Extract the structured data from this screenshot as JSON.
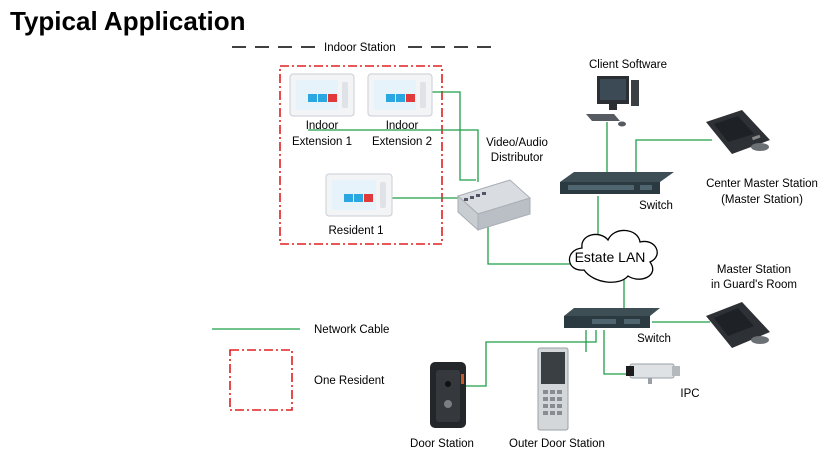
{
  "title": "Typical Application",
  "group_label": "Indoor Station",
  "labels": {
    "indoor_ext1": [
      "Indoor",
      "Extension 1"
    ],
    "indoor_ext2": [
      "Indoor",
      "Extension 2"
    ],
    "resident1": "Resident 1",
    "distributor": [
      "Video/Audio",
      "Distributor"
    ],
    "client_software": "Client Software",
    "center_master": [
      "Center Master Station",
      "(Master Station)"
    ],
    "switch_top": "Switch",
    "estate_lan": "Estate LAN",
    "guard_master": [
      "Master Station",
      "in Guard's Room"
    ],
    "switch_bottom": "Switch",
    "ipc": "IPC",
    "door_station": "Door Station",
    "outer_door_station": "Outer Door Station"
  },
  "legend": {
    "network_cable": "Network Cable",
    "one_resident": "One Resident"
  },
  "colors": {
    "network_cable": "#1f9e47",
    "resident_boundary": "#e02020",
    "screen_blue": "#2aa7e0",
    "screen_red": "#e03a3a",
    "switch_body": "#2b3a40"
  }
}
